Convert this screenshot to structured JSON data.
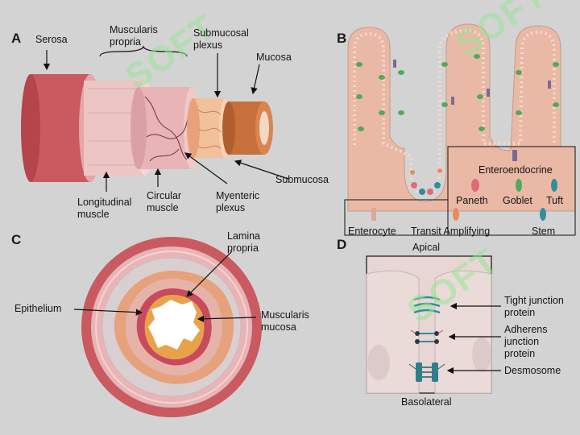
{
  "panels": {
    "a": "A",
    "b": "B",
    "c": "C",
    "d": "D"
  },
  "panel_a": {
    "serosa": "Serosa",
    "muscularis_propria": [
      "Muscularis",
      "propria"
    ],
    "submucosal_plexus": [
      "Submucosal",
      "plexus"
    ],
    "mucosa": "Mucosa",
    "submucosa": "Submucosa",
    "longitudinal_muscle": [
      "Longitudinal",
      "muscle"
    ],
    "circular_muscle": [
      "Circular",
      "muscle"
    ],
    "myenteric_plexus": [
      "Myenteric",
      "plexus"
    ]
  },
  "panel_b": {
    "enteroendocrine": "Enteroendocrine",
    "paneth": "Paneth",
    "goblet": "Goblet",
    "tuft": "Tuft",
    "enterocyte": "Enterocyte",
    "transit_amplifying": "Transit Amplifying",
    "stem": "Stem"
  },
  "panel_c": {
    "lamina_propria": [
      "Lamina",
      "propria"
    ],
    "epithelium": "Epithelium",
    "muscularis_mucosa": [
      "Muscularis",
      "mucosa"
    ]
  },
  "panel_d": {
    "apical": "Apical",
    "basolateral": "Basolateral",
    "tight_junction": [
      "Tight junction",
      "protein"
    ],
    "adherens_junction": [
      "Adherens",
      "junction",
      "protein"
    ],
    "desmosome": "Desmosome"
  },
  "watermark": "SOFT",
  "colors": {
    "background": "#d3d3d3",
    "serosa": "#c85a60",
    "muscle": "#e8b4b6",
    "submucosa": "#e8a27a",
    "mucosa": "#c8703c",
    "villus": "#e9b9a6",
    "epithelium": "#c84a5e",
    "lumen": "#ffffff",
    "goblet_cell": "#4faa5a",
    "junction": "#2f8f9a"
  }
}
